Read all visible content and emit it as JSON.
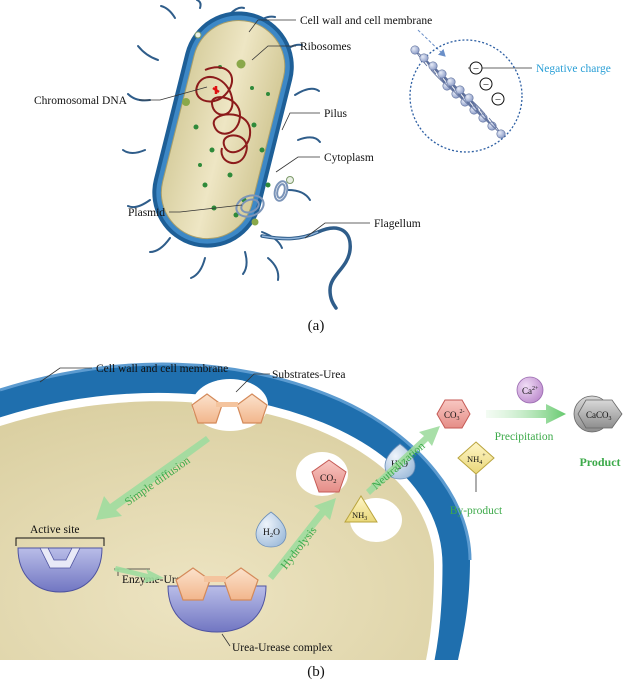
{
  "panel_a": {
    "caption": "(a)",
    "labels": {
      "cell_wall": "Cell wall and cell membrane",
      "ribosomes": "Ribosomes",
      "chromosomal_dna": "Chromosomal DNA",
      "pilus": "Pilus",
      "cytoplasm": "Cytoplasm",
      "plasmid": "Plasmid",
      "flagellum": "Flagellum",
      "negative_charge": "Negative charge"
    },
    "charge_symbol": "−"
  },
  "panel_b": {
    "caption": "(b)",
    "labels": {
      "cell_wall": "Cell wall and cell membrane",
      "substrates": "Substrates-Urea",
      "active_site": "Active site",
      "enzyme": "Enzyme-Urease",
      "complex": "Urea-Urease complex",
      "simple_diffusion": "Simple diffusion",
      "hydrolysis": "Hydrolysis",
      "neutralization": "Neutralization",
      "precipitation": "Precipitation",
      "by_product": "By-product",
      "product": "Product"
    },
    "molecules": {
      "h2o": "H",
      "h2o_sub": "2",
      "h2o_tail": "O",
      "co2": "CO",
      "co2_sub": "2",
      "nh3": "NH",
      "nh3_sub": "3",
      "co3": "CO",
      "co3_sub": "3",
      "co3_sup": "2-",
      "nh4": "NH",
      "nh4_sub": "4",
      "nh4_sup": "+",
      "ca": "Ca",
      "ca_sup": "2+",
      "caco3": "CaCO",
      "caco3_sub": "3"
    },
    "colors": {
      "membrane": "#1f6fae",
      "cytoplasm": "#e8dfbd",
      "arrow_green": "#7fd37f",
      "label_green": "#3daa4a",
      "charge_blue": "#2a9fd6"
    }
  }
}
